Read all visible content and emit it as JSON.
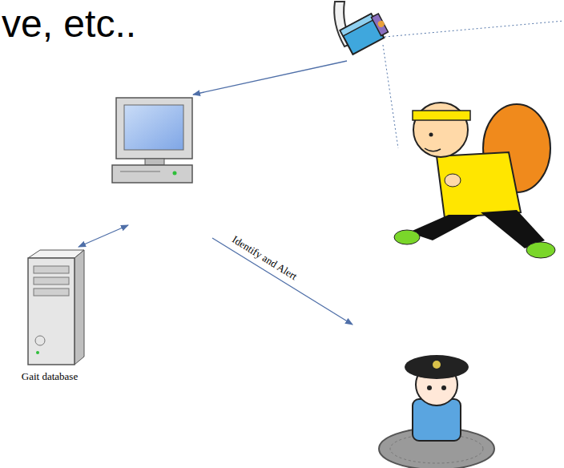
{
  "diagram": {
    "nodes": [
      {
        "text": [
          "Gait database"
        ]
      }
    ],
    "labels": [
      "ve, etc..",
      "Identify and Alert"
    ]
  }
}
